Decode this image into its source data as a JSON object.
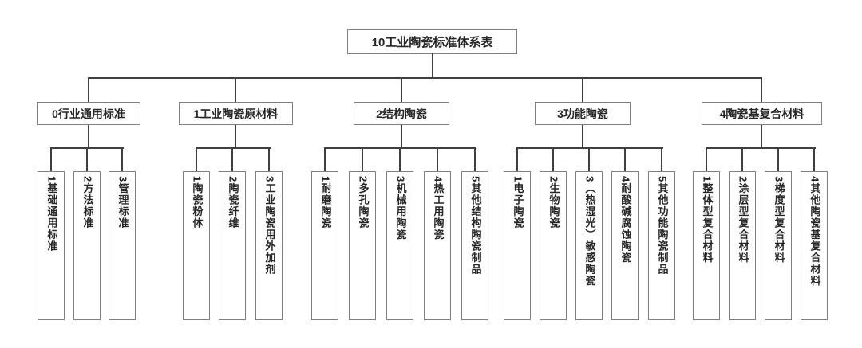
{
  "title": "10工业陶瓷标准体系表",
  "tree": {
    "root": "10工业陶瓷标准体系表",
    "branches": [
      {
        "label": "0行业通用标准",
        "children": [
          "1基础通用标准",
          "2方法标准",
          "3管理标准"
        ]
      },
      {
        "label": "1工业陶瓷原材料",
        "children": [
          "1陶瓷粉体",
          "2陶瓷纤维",
          "3工业陶瓷用外加剂"
        ]
      },
      {
        "label": "2结构陶瓷",
        "children": [
          "1耐磨陶瓷",
          "2多孔陶瓷",
          "3机械用陶瓷",
          "4热工用陶瓷",
          "5其他结构陶瓷制品"
        ]
      },
      {
        "label": "3功能陶瓷",
        "children": [
          "1电子陶瓷",
          "2生物陶瓷",
          "3（热湿光）敏感陶瓷",
          "4耐酸碱腐蚀陶瓷",
          "5其他功能陶瓷制品"
        ]
      },
      {
        "label": "4陶瓷基复合材料",
        "children": [
          "1整体型复合材料",
          "2涂层型复合材料",
          "3梯度型复合材料",
          "4其他陶瓷基复合材料"
        ]
      }
    ]
  },
  "colors": {
    "line": "#3f3f3f",
    "box_border": "#7f7f7f",
    "text": "#262626",
    "background": "#ffffff"
  }
}
